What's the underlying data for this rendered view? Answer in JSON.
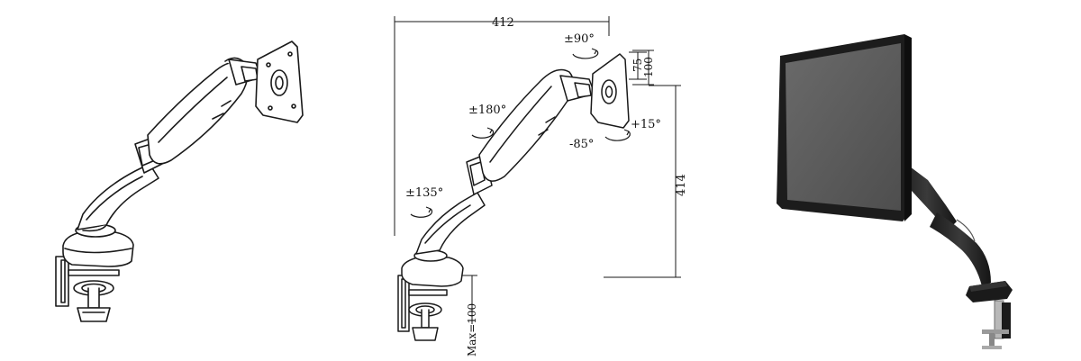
{
  "dimensions": {
    "arm_reach": "412",
    "height_range": "414",
    "vesa_inner": "75",
    "vesa_outer": "100",
    "clamp_max": "Max=100"
  },
  "rotations": {
    "head_swivel": "±90°",
    "arm_swivel": "±180°",
    "base_swivel": "±135°",
    "tilt_up": "+15°",
    "tilt_down": "-85°"
  },
  "colors": {
    "line": "#1a1a1a",
    "monitor_body": "#1c1c1c",
    "screen": "#5e5e5e",
    "arm_black": "#222222"
  }
}
